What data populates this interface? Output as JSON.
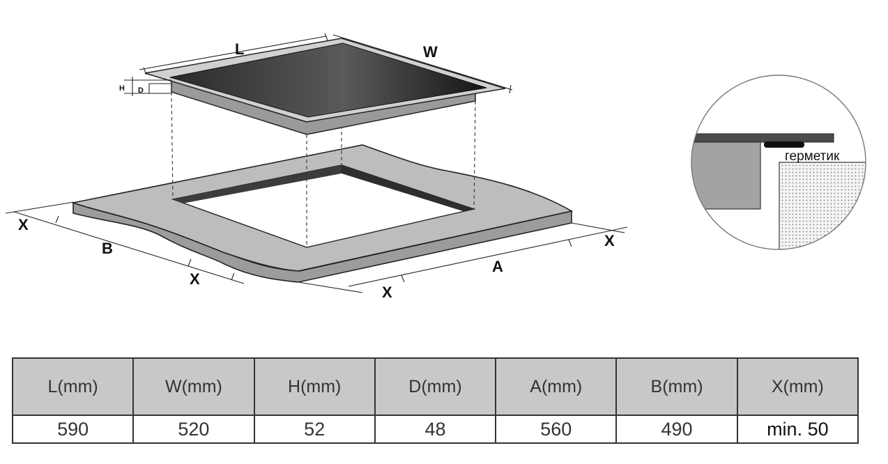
{
  "diagram": {
    "labels": {
      "L": "L",
      "W": "W",
      "H": "H",
      "D": "D",
      "A": "A",
      "B": "B",
      "X": "X"
    },
    "detail": {
      "seal_label": "герметик"
    }
  },
  "table": {
    "headers": [
      "L(mm)",
      "W(mm)",
      "H(mm)",
      "D(mm)",
      "A(mm)",
      "B(mm)",
      "X(mm)"
    ],
    "values": [
      "590",
      "520",
      "52",
      "48",
      "560",
      "490",
      "min. 50"
    ]
  }
}
